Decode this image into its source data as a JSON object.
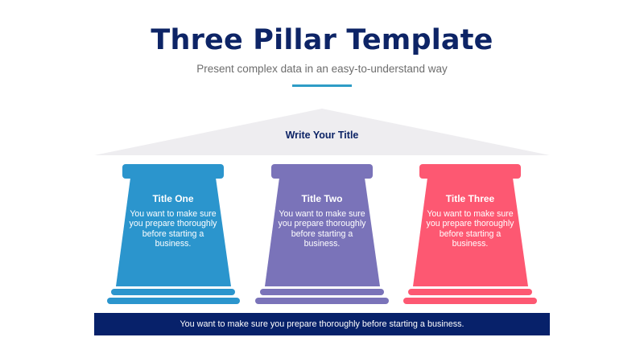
{
  "header": {
    "title": "Three Pillar Template",
    "subtitle": "Present complex data in an easy-to-understand way",
    "underline_color": "#2e9cc6"
  },
  "roof": {
    "label": "Write Your Title",
    "color": "#eeedf0"
  },
  "pillars": [
    {
      "title": "Title One",
      "body": "You want to make sure you prepare thoroughly before starting a business.",
      "color": "#2b95cd"
    },
    {
      "title": "Title Two",
      "body": "You want to make sure you prepare thoroughly before starting a business.",
      "color": "#7a73b9"
    },
    {
      "title": "Title Three",
      "body": "You want to make sure you prepare thoroughly before starting a business.",
      "color": "#fd5872"
    }
  ],
  "banner": {
    "text": "You want to make sure you prepare thoroughly before starting a business.",
    "color": "#07216a"
  }
}
